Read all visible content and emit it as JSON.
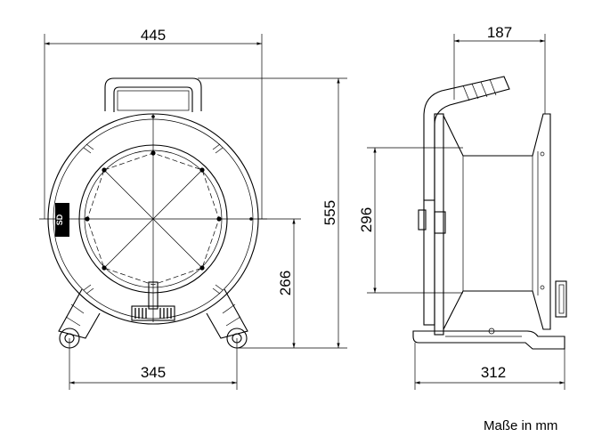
{
  "dimensions": {
    "front_width": "445",
    "front_height": "555",
    "front_axis_height": "266",
    "front_foot_width": "345",
    "side_top_width": "187",
    "side_drum_diameter": "296",
    "side_depth": "312"
  },
  "logo_text": "SD",
  "footnote": "Maße in mm"
}
